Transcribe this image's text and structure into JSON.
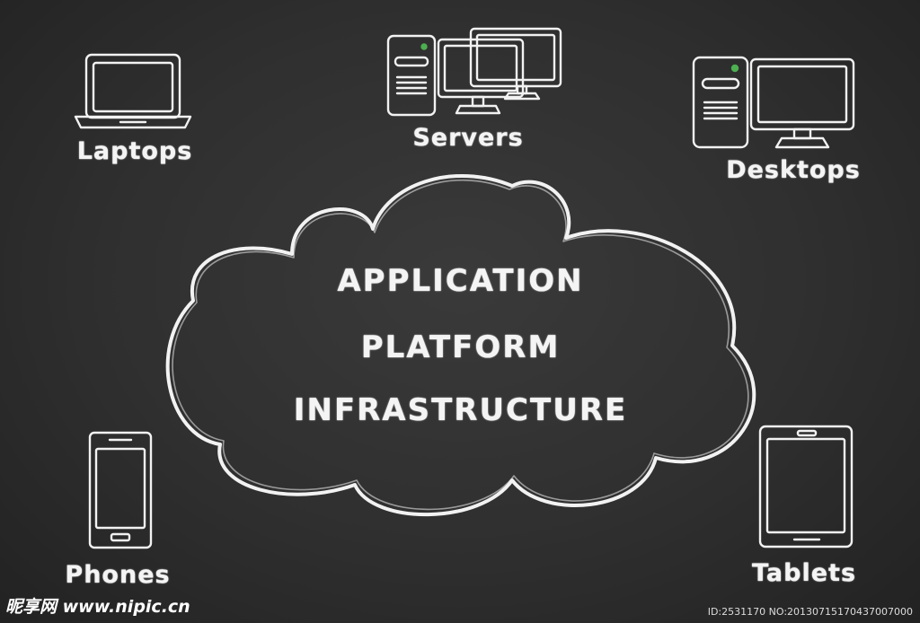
{
  "devices": {
    "laptops": {
      "label": "Laptops",
      "icon": "laptop-icon"
    },
    "servers": {
      "label": "Servers",
      "icon": "server-icon"
    },
    "desktops": {
      "label": "Desktops",
      "icon": "desktop-icon"
    },
    "phones": {
      "label": "Phones",
      "icon": "phone-icon"
    },
    "tablets": {
      "label": "Tablets",
      "icon": "tablet-icon"
    }
  },
  "cloud": {
    "icon": "cloud-icon",
    "lines": [
      "APPLICATION",
      "PLATFORM",
      "INFRASTRUCTURE"
    ]
  },
  "watermark": {
    "logo": "昵享网 www.nipic.cn",
    "id": "ID:2531170 NO:20130715170437007000"
  },
  "colors": {
    "background": "#2e2e2e",
    "chalk": "#f2f2f2"
  }
}
